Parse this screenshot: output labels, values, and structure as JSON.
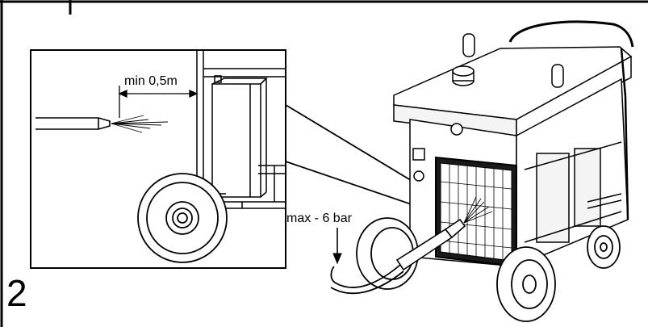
{
  "step_number": "2",
  "labels": {
    "min_distance": "min 0,5m",
    "max_pressure": "max - 6 bar"
  },
  "colors": {
    "line": "#000000",
    "background": "#ffffff",
    "filter_dark": "#1a1a1a",
    "light_fill": "#f4f4f4"
  }
}
